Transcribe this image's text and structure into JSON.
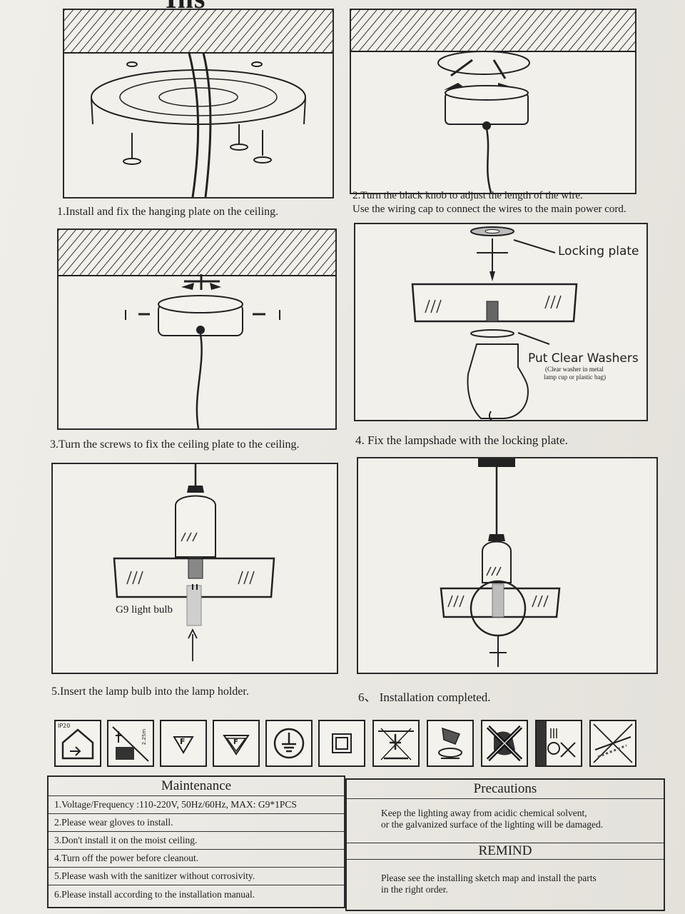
{
  "page": {
    "title_fragment": "Ins"
  },
  "steps": [
    {
      "caption": "1.Install and fix the hanging plate on the ceiling."
    },
    {
      "caption_line1": "2.Turn the black knob to adjust the length of the wire.",
      "caption_line2": "Use the wiring cap to connect the wires to the main power cord."
    },
    {
      "caption": "3.Turn the screws to fix the ceiling plate to the ceiling."
    },
    {
      "caption": "4. Fix the lampshade with the locking plate.",
      "label_locking": "Locking plate",
      "label_washers": "Put Clear Washers",
      "label_washers_note1": "(Clear washer in metal",
      "label_washers_note2": "lamp cup or plastic bag)"
    },
    {
      "caption": "5.Insert the lamp bulb into the lamp holder.",
      "label_bulb": "G9 light bulb"
    },
    {
      "caption": "6、 Installation completed."
    }
  ],
  "icons": [
    {
      "name": "ip20-rating-icon",
      "text": "IP20"
    },
    {
      "name": "bathroom-zone-icon",
      "text": "2.25m"
    },
    {
      "name": "f-mark-icon",
      "text": "F"
    },
    {
      "name": "ff-mark-icon",
      "text": "F"
    },
    {
      "name": "earth-ground-icon",
      "text": ""
    },
    {
      "name": "class-ii-insulation-icon",
      "text": ""
    },
    {
      "name": "no-overhead-install-icon",
      "text": ""
    },
    {
      "name": "wear-gloves-icon",
      "text": ""
    },
    {
      "name": "no-wet-hands-icon",
      "text": ""
    },
    {
      "name": "no-dimmer-icon",
      "text": ""
    },
    {
      "name": "no-sloped-ceiling-icon",
      "text": ""
    }
  ],
  "maintenance": {
    "title": "Maintenance",
    "rows": [
      "1.Voltage/Frequency :110-220V, 50Hz/60Hz, MAX: G9*1PCS",
      "2.Please wear gloves to install.",
      "3.Don't install it on the moist ceiling.",
      "4.Turn off the power before cleanout.",
      "5.Please wash with the sanitizer without corrosivity.",
      "6.Please install according to the installation manual."
    ]
  },
  "precautions": {
    "title": "Precautions",
    "line1": "Keep the lighting away from acidic chemical solvent,",
    "line2": "or the galvanized surface of the lighting will be damaged."
  },
  "remind": {
    "title": "REMIND",
    "line1": "Please see the installing sketch map and install the parts",
    "line2": "in the right order."
  },
  "colors": {
    "ink": "#1e1e1e",
    "paper": "#f0eee9"
  }
}
